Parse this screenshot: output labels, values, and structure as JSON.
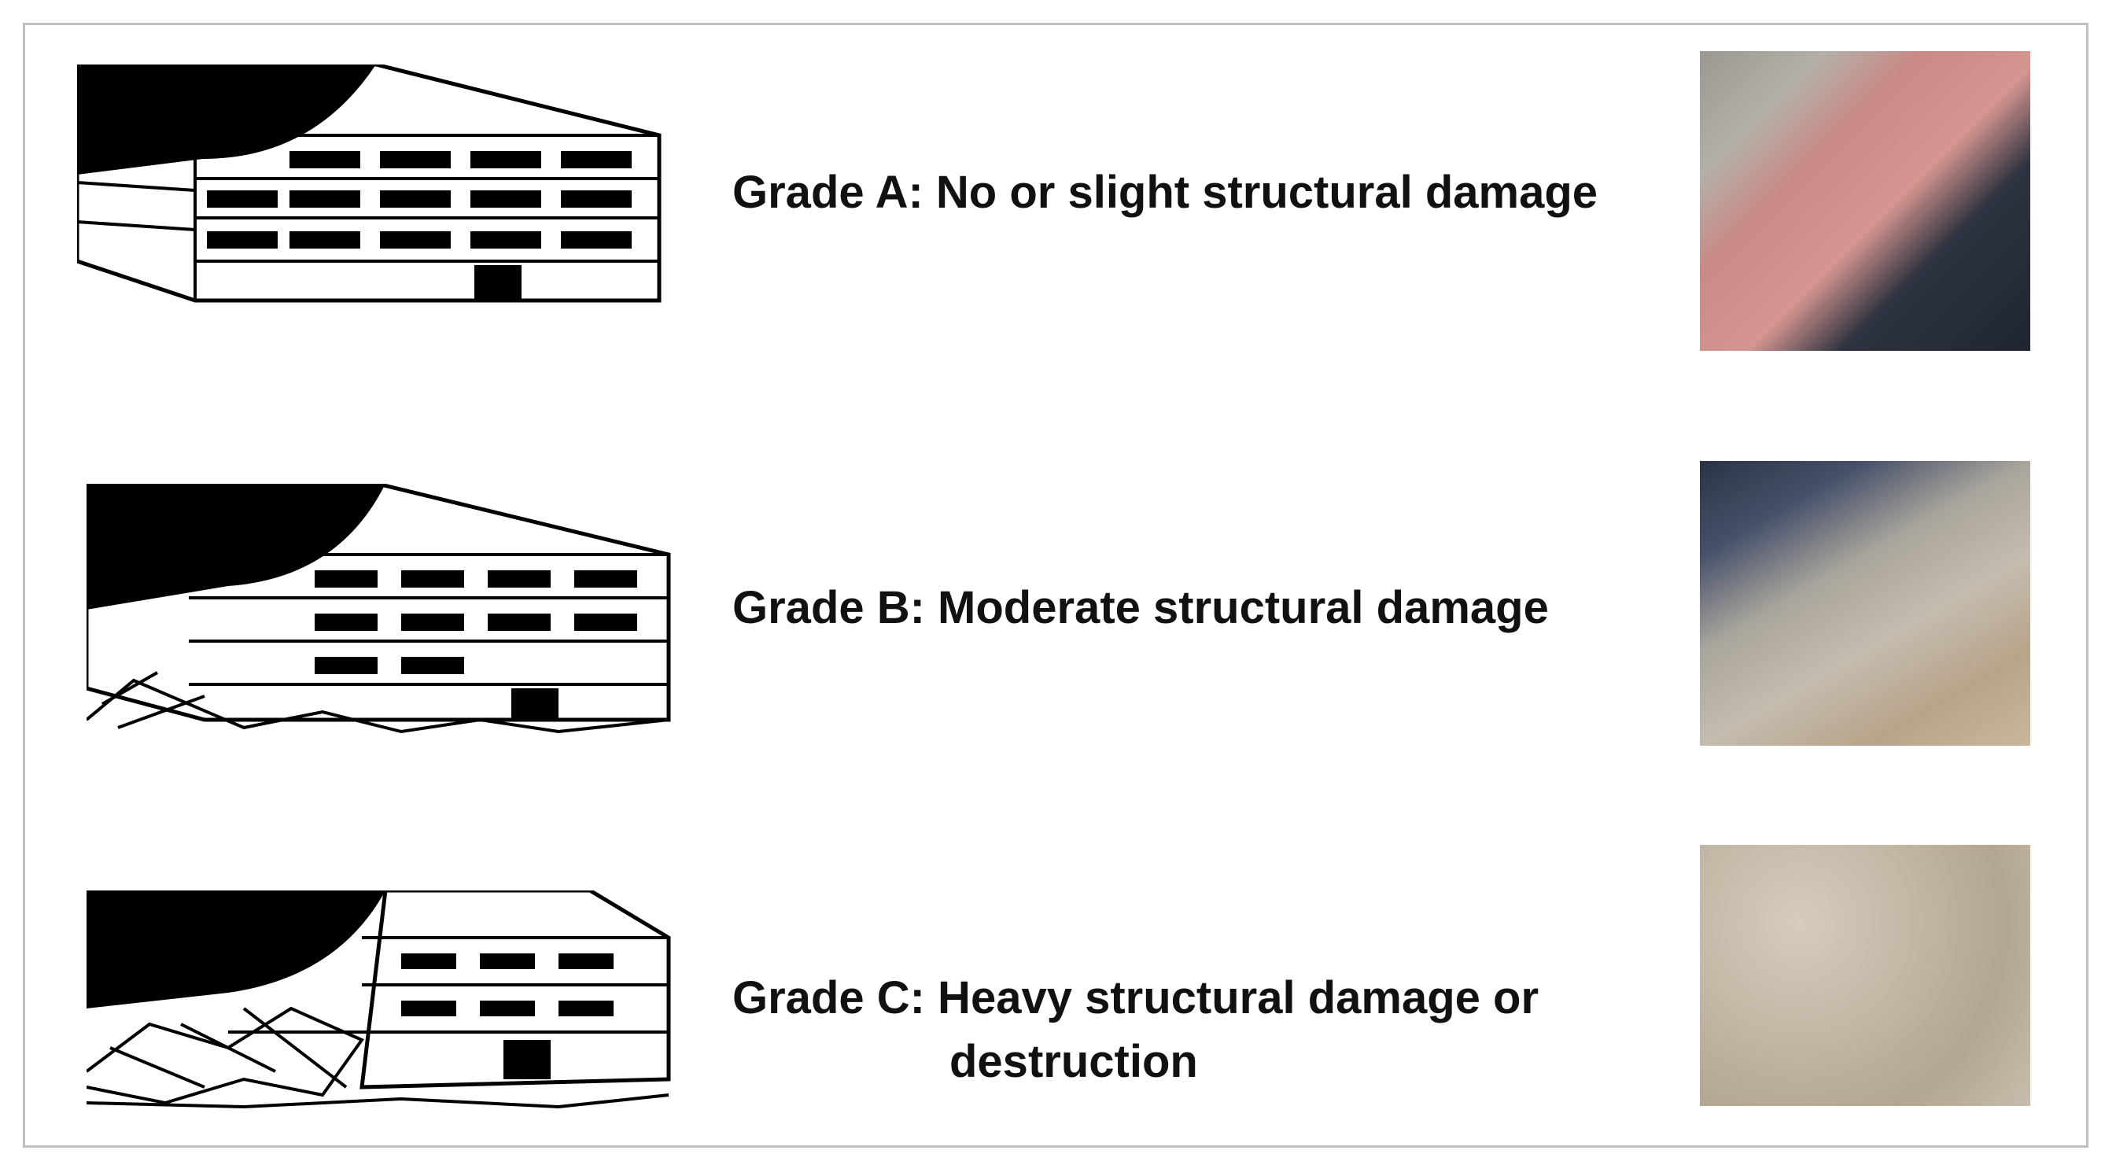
{
  "grades": [
    {
      "label": "Grade A: No or slight structural damage",
      "sketch_icon": "intact-building-sketch",
      "photo": "intact-roof-aerial-photo"
    },
    {
      "label": "Grade B: Moderate structural damage",
      "sketch_icon": "damaged-building-sketch",
      "photo": "damaged-building-aerial-photo"
    },
    {
      "label_line1": "Grade C: Heavy structural damage or",
      "label_line2": "destruction",
      "sketch_icon": "collapsed-building-sketch",
      "photo": "rubble-aerial-photo"
    }
  ]
}
